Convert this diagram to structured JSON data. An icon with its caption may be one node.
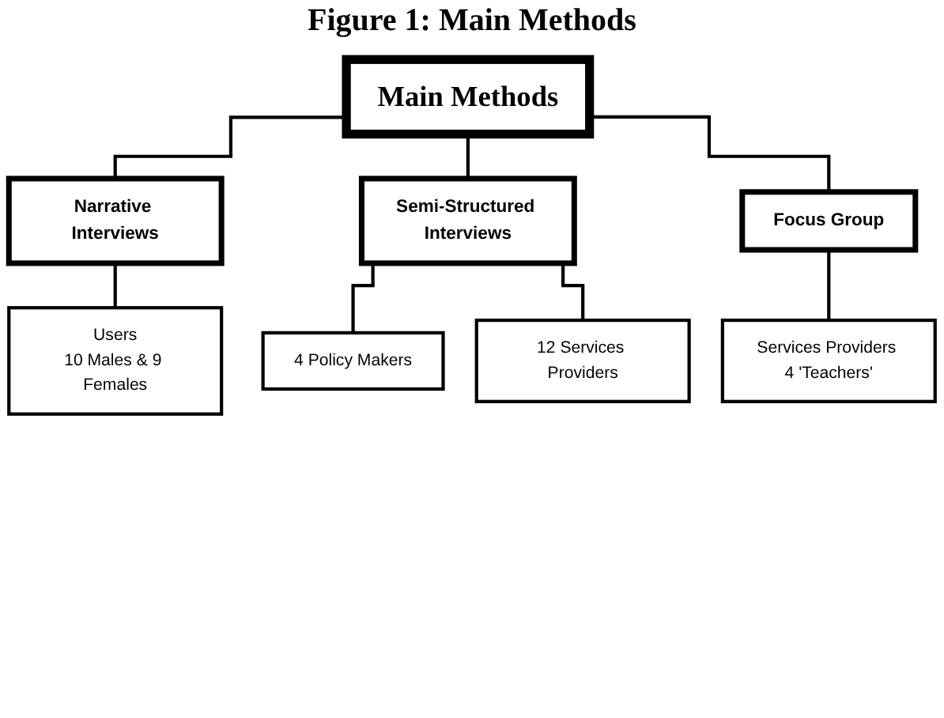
{
  "diagram": {
    "title": "Figure 1: Main Methods",
    "nodes": [
      {
        "text": [
          "Main Methods"
        ]
      },
      {
        "text": [
          "Narrative Interviews"
        ]
      },
      {
        "text": [
          "Semi-Structured Interviews"
        ]
      },
      {
        "text": [
          "Focus Group"
        ]
      },
      {
        "text": [
          "Users",
          "10 Males & 9 Females"
        ]
      },
      {
        "text": [
          "4 Policy Makers"
        ]
      },
      {
        "text": [
          "12 Services Providers"
        ]
      },
      {
        "text": [
          "Services Providers 4 'Teachers'"
        ]
      }
    ],
    "edges": [
      {
        "from": 0,
        "to": 1,
        "arrow": "none"
      },
      {
        "from": 0,
        "to": 2,
        "arrow": "none"
      },
      {
        "from": 0,
        "to": 3,
        "arrow": "none"
      },
      {
        "from": 1,
        "to": 4,
        "arrow": "none"
      },
      {
        "from": 2,
        "to": 5,
        "arrow": "none"
      },
      {
        "from": 2,
        "to": 6,
        "arrow": "none"
      },
      {
        "from": 3,
        "to": 7,
        "arrow": "none"
      }
    ]
  }
}
